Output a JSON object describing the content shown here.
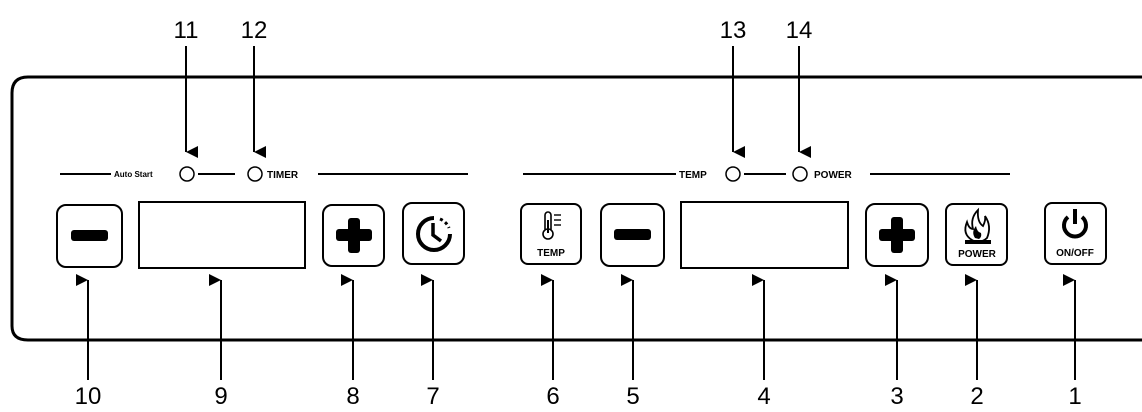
{
  "panel": {
    "labels": {
      "auto_start": "Auto Start",
      "timer": "TIMER",
      "temp": "TEMP",
      "power": "POWER"
    },
    "buttons": {
      "temp_label": "TEMP",
      "power_label": "POWER",
      "onoff_label": "ON/OFF"
    }
  },
  "callouts": {
    "bottom": [
      "10",
      "9",
      "8",
      "7",
      "6",
      "5",
      "4",
      "3",
      "2",
      "1"
    ],
    "top": [
      "11",
      "12",
      "13",
      "14"
    ]
  },
  "icons": {
    "minus_left": "minus-icon",
    "plus_left": "plus-icon",
    "timer": "clock-icon",
    "temp": "thermometer-icon",
    "minus_right": "minus-icon",
    "plus_right": "plus-icon",
    "power": "flame-icon",
    "onoff": "power-icon"
  }
}
